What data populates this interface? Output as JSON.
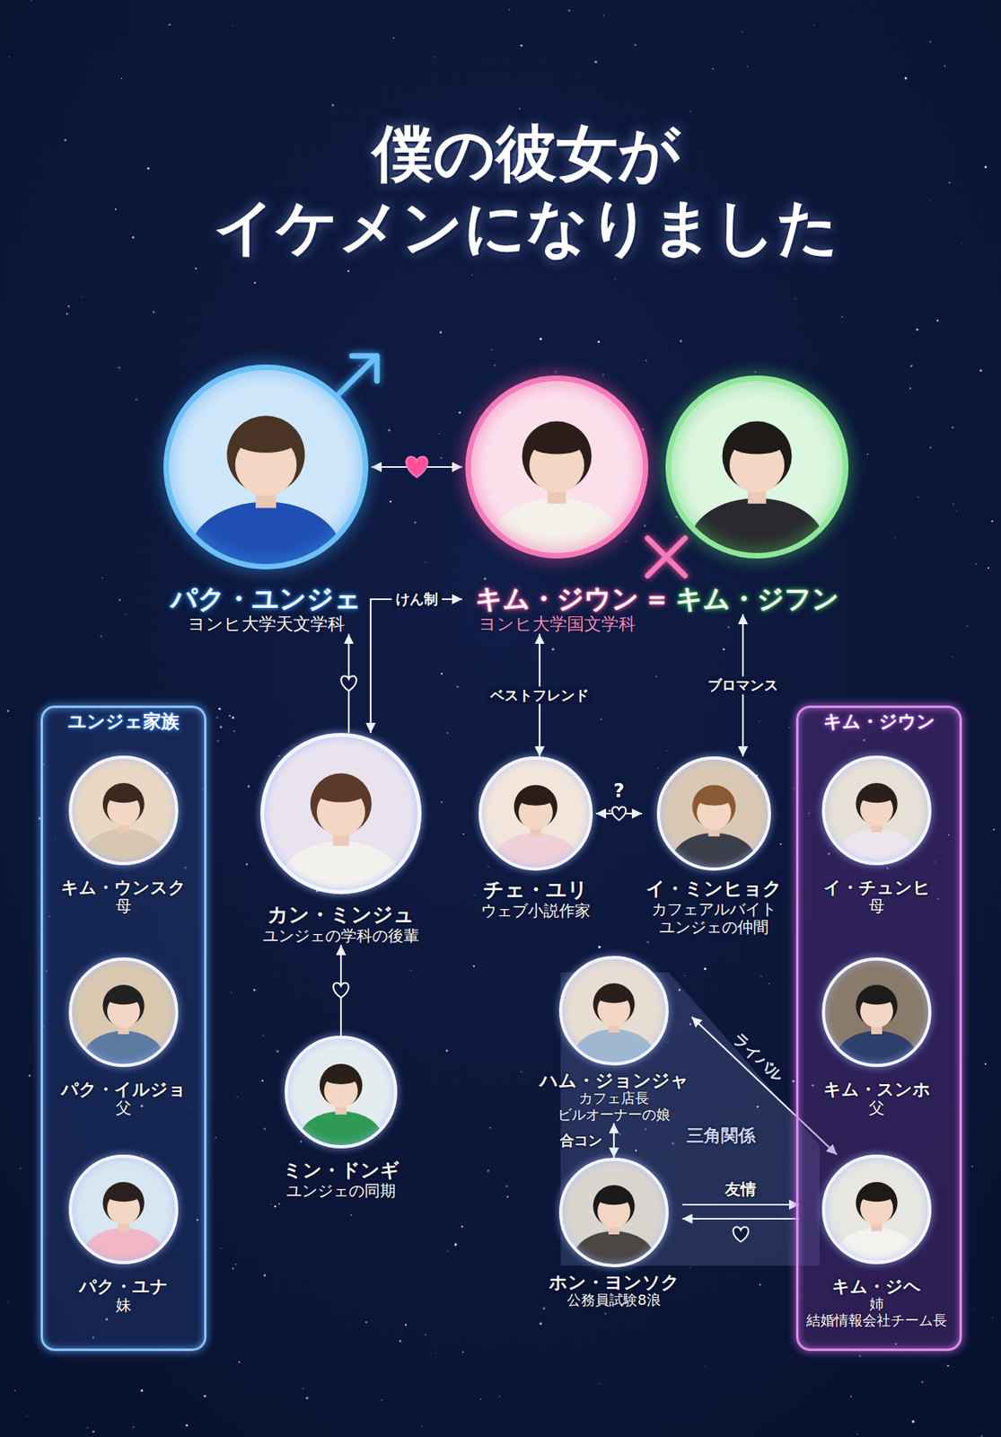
{
  "diagram": {
    "title": "僕の彼女が イケメンになりました",
    "nodes": [
      {
        "text": [
          "パク・ユンジェ",
          "ヨンヒ大学天文学科"
        ]
      },
      {
        "text": [
          "キム・ジウン",
          "ヨンヒ大学国文学科"
        ]
      },
      {
        "text": [
          "キム・ジフン"
        ]
      },
      {
        "text": [
          "ユンジェ家族"
        ]
      },
      {
        "text": [
          "キム・ウンスク",
          "母"
        ],
        "in": 3
      },
      {
        "text": [
          "パク・イルジョ",
          "父"
        ],
        "in": 3
      },
      {
        "text": [
          "パク・ユナ",
          "妹"
        ],
        "in": 3
      },
      {
        "text": [
          "カン・ミンジュ",
          "ユンジェの学科の後輩"
        ]
      },
      {
        "text": [
          "ミン・ドンギ",
          "ユンジェの同期"
        ]
      },
      {
        "text": [
          "チェ・ユリ",
          "ウェブ小説作家"
        ]
      },
      {
        "text": [
          "イ・ミンヒョク",
          "カフェアルバイト ユンジェの仲間"
        ]
      },
      {
        "text": [
          "キム・ジウン"
        ]
      },
      {
        "text": [
          "イ・チュンヒ",
          "母"
        ],
        "in": 11
      },
      {
        "text": [
          "キム・スンホ",
          "父"
        ],
        "in": 11
      },
      {
        "text": [
          "キム・ジヘ",
          "姉 結婚情報会社チーム長"
        ],
        "in": 11
      },
      {
        "text": [
          "ハム・ジョンジャ",
          "カフェ店長 ビルオーナーの娘"
        ]
      },
      {
        "text": [
          "ホン・ヨンソク",
          "公務員試験8浪"
        ]
      }
    ],
    "edges": [
      {
        "from": 0,
        "to": 1,
        "arrow": "both"
      },
      {
        "from": 7,
        "to": 0,
        "arrow": "to"
      },
      {
        "from": 7,
        "to": 1,
        "label": "けん制",
        "arrow": "both"
      },
      {
        "from": 1,
        "to": 9,
        "label": "ベストフレンド",
        "arrow": "both"
      },
      {
        "from": 2,
        "to": 10,
        "label": "ブロマンス",
        "arrow": "both"
      },
      {
        "from": 9,
        "to": 10,
        "label": "?",
        "arrow": "both"
      },
      {
        "from": 8,
        "to": 7,
        "arrow": "to"
      },
      {
        "from": 15,
        "to": 14,
        "label": "ライバル",
        "arrow": "both"
      },
      {
        "from": 15,
        "to": 16,
        "label": "合コン",
        "arrow": "both"
      },
      {
        "from": 16,
        "to": 14,
        "label": "友情",
        "arrow": "to"
      },
      {
        "from": 14,
        "to": 16,
        "arrow": "to"
      }
    ],
    "labels": [
      "＝",
      "三角関係"
    ]
  }
}
